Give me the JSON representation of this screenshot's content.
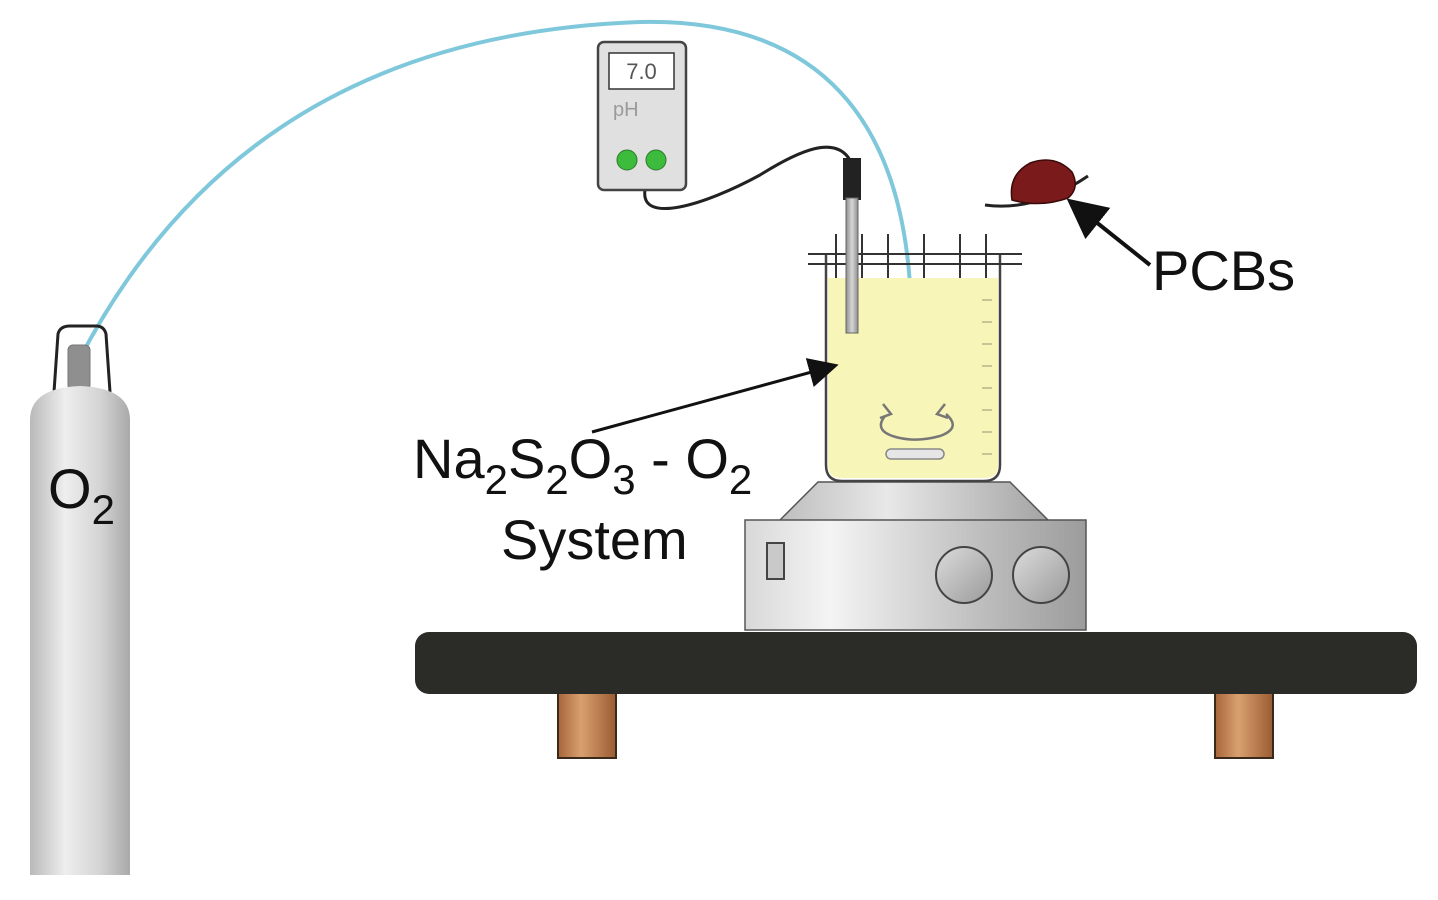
{
  "labels": {
    "cylinder": {
      "main": "O",
      "sub": "2"
    },
    "system": {
      "line1": [
        {
          "text": "Na",
          "sub": false
        },
        {
          "text": "2",
          "sub": true
        },
        {
          "text": "S",
          "sub": false
        },
        {
          "text": "2",
          "sub": true
        },
        {
          "text": "O",
          "sub": false
        },
        {
          "text": "3",
          "sub": true
        },
        {
          "text": " - O",
          "sub": false
        },
        {
          "text": "2",
          "sub": true
        }
      ],
      "line2": "System"
    },
    "pcbs": "PCBs"
  },
  "ph_meter": {
    "reading": "7.0",
    "unit": "pH"
  },
  "colors": {
    "tube": "#7fc8dc",
    "solution": "#f7f5b8",
    "table_top": "#2b2b28",
    "table_legs": "#c8875a",
    "pcb": "#7a1a1a",
    "meter_button": "#3dbb3d"
  },
  "icons": {
    "stir": "rotation-arrows-icon",
    "stir_bar": "stir-bar-icon"
  }
}
